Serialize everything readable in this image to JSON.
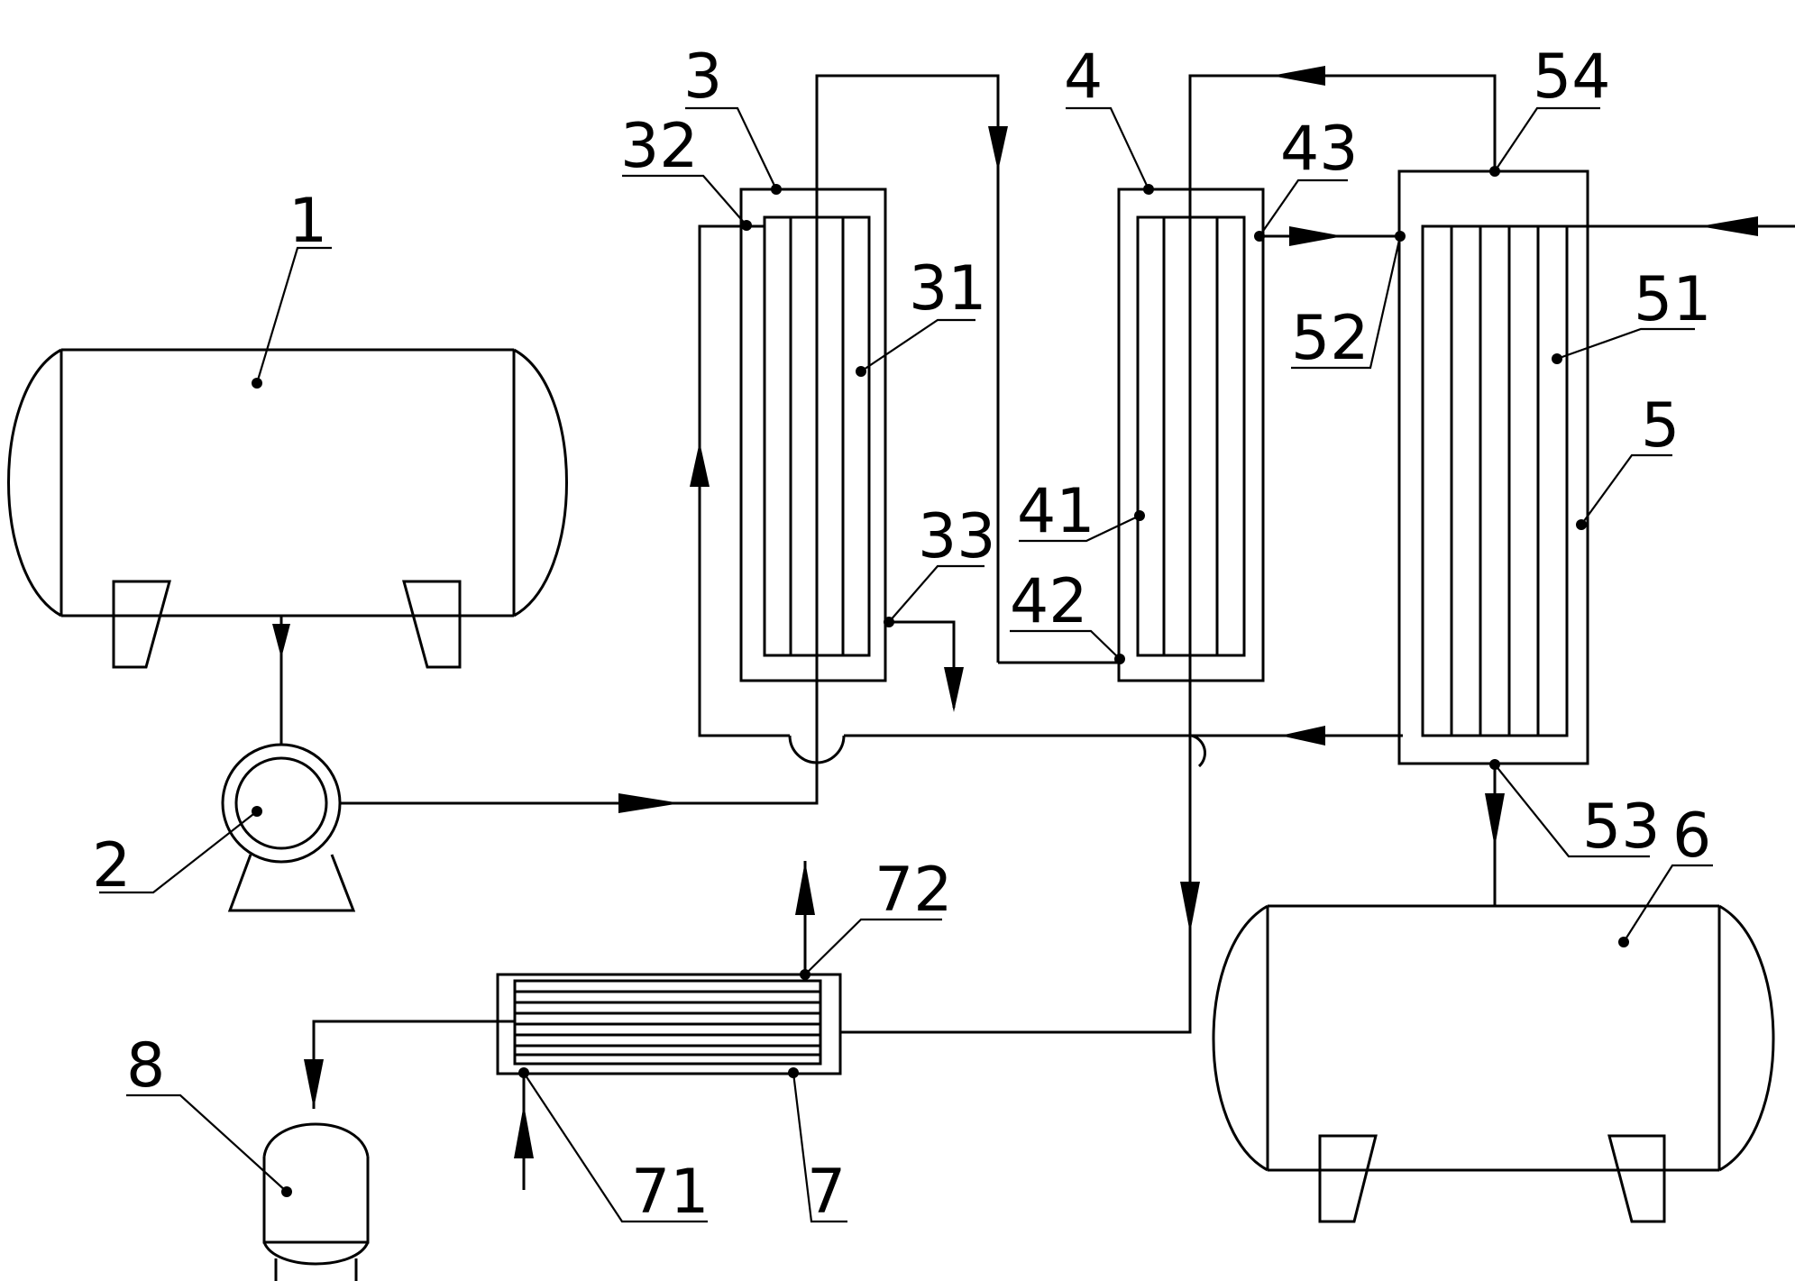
{
  "labels": {
    "n1": "1",
    "n2": "2",
    "n3": "3",
    "n31": "31",
    "n32": "32",
    "n33": "33",
    "n4": "4",
    "n41": "41",
    "n42": "42",
    "n43": "43",
    "n5": "5",
    "n51": "51",
    "n52": "52",
    "n53": "53",
    "n54": "54",
    "n6": "6",
    "n7": "7",
    "n71": "71",
    "n72": "72",
    "n8": "8"
  },
  "colors": {
    "line": "#000000",
    "background": "#ffffff"
  }
}
